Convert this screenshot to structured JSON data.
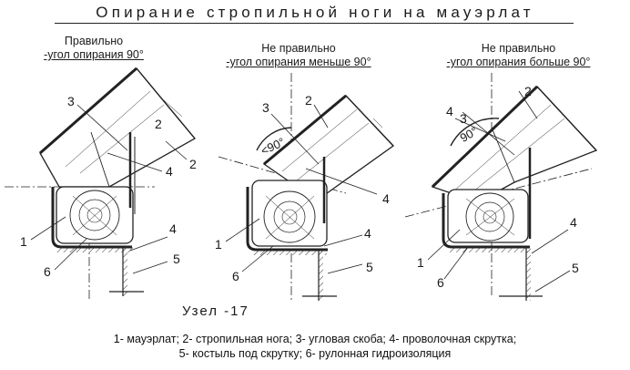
{
  "title": "Опирание стропильной ноги на мауэрлат",
  "captions": [
    {
      "line1": "Правильно",
      "line2": "-угол опирания 90°"
    },
    {
      "line1": "Не правильно",
      "line2": "-угол опирания меньше 90°"
    },
    {
      "line1": "Не правильно",
      "line2": "-угол опирания больше 90°"
    }
  ],
  "angle_label": "<90°",
  "angle_label_right": "90°",
  "labels": {
    "one": "1",
    "two": "2",
    "three": "3",
    "four": "4",
    "five": "5",
    "six": "6"
  },
  "node_label": "Узел -17",
  "legend": {
    "line1": "1- мауэрлат;  2- стропильная нога;  3- угловая скоба;  4- проволочная скрутка;",
    "line2": "5- костыль под скрутку;  6- рулонная гидроизоляция"
  }
}
